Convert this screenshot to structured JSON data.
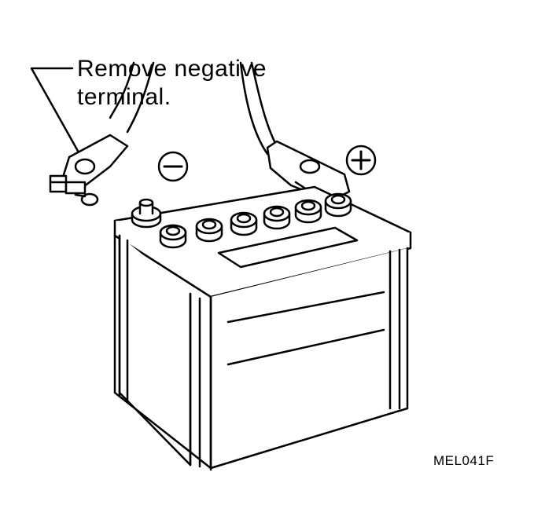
{
  "callout": {
    "line1": "Remove negative",
    "line2": "terminal."
  },
  "figure_id": "MEL041F",
  "terminals": {
    "negative_symbol": "−",
    "positive_symbol": "+"
  },
  "colors": {
    "ink": "#000000",
    "paper": "#ffffff"
  }
}
